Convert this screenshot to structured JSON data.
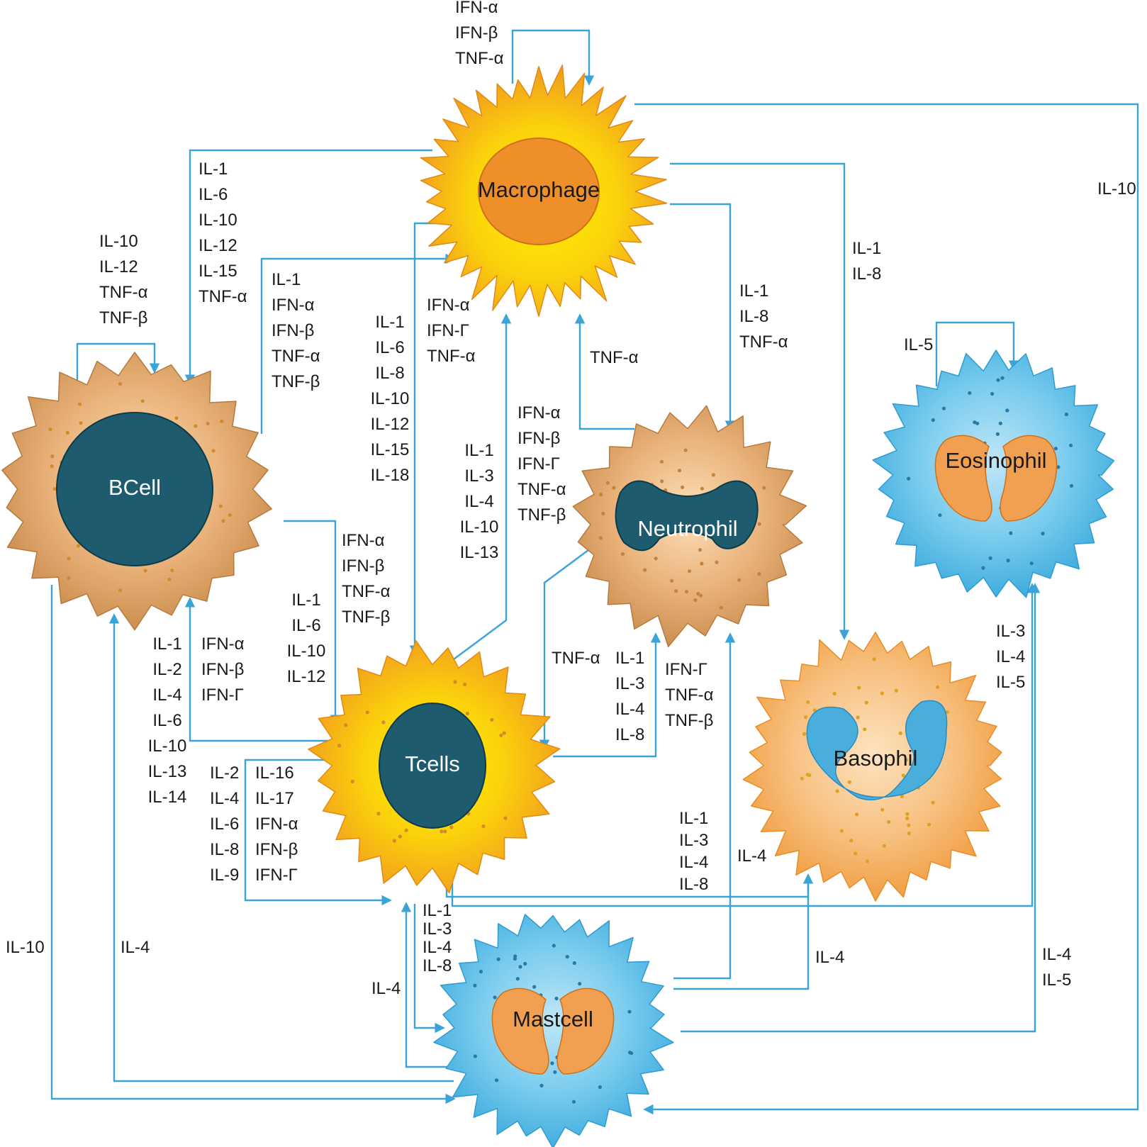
{
  "cells": {
    "macrophage": {
      "name": "Macrophage",
      "color": "#f5a623"
    },
    "bcell": {
      "name": "BCell",
      "color": "#e0a56c"
    },
    "tcells": {
      "name": "Tcells",
      "color": "#f5a623"
    },
    "neutrophil": {
      "name": "Neutrophil",
      "color": "#d9a06a"
    },
    "eosinophil": {
      "name": "Eosinophil",
      "color": "#5fc0e6"
    },
    "basophil": {
      "name": "Basophil",
      "color": "#f5ad5a"
    },
    "mastcell": {
      "name": "Mastcell",
      "color": "#5fc0e6"
    }
  },
  "links": {
    "macro_self": [
      "IFN-α",
      "IFN-β",
      "TNF-α"
    ],
    "macro_to_bcell": [
      "IL-1",
      "IL-6",
      "IL-10",
      "IL-12",
      "IL-15",
      "TNF-α"
    ],
    "bcell_self": [
      "IL-10",
      "IL-12",
      "TNF-α",
      "TNF-β"
    ],
    "bcell_to_macro": [
      "IL-1",
      "IFN-α",
      "IFN-β",
      "TNF-α",
      "TNF-β"
    ],
    "macro_to_tcells": [
      "IL-1",
      "IL-6",
      "IL-8",
      "IL-10",
      "IL-12",
      "IL-15",
      "IL-18"
    ],
    "macro_to_tcells_b": [
      "IFN-α",
      "IFN-Γ",
      "TNF-α"
    ],
    "tcells_to_macro": [
      "IL-1",
      "IL-3",
      "IL-4",
      "IL-10",
      "IL-13"
    ],
    "tcells_to_macro_b": [
      "IFN-α",
      "IFN-β",
      "IFN-Γ",
      "TNF-α",
      "TNF-β"
    ],
    "neutro_to_macro": [
      "TNF-α"
    ],
    "macro_to_neutro": [
      "IL-1",
      "IL-8",
      "TNF-α"
    ],
    "macro_to_baso": [
      "IL-1",
      "IL-8"
    ],
    "macro_to_mast": [
      "IL-10"
    ],
    "eos_self": [
      "IL-5"
    ],
    "bcell_to_tcells": [
      "IFN-α",
      "IFN-β",
      "TNF-α",
      "TNF-β"
    ],
    "bcell_to_tcells_b": [
      "IL-1",
      "IL-6",
      "IL-10",
      "IL-12"
    ],
    "tcells_to_bcell": [
      "IFN-α",
      "IFN-β",
      "IFN-Γ"
    ],
    "tcells_to_bcell_b": [
      "IL-1",
      "IL-2",
      "IL-4",
      "IL-6",
      "IL-10",
      "IL-13",
      "IL-14"
    ],
    "tcells_self_a": [
      "IL-2",
      "IL-4",
      "IL-6",
      "IL-8",
      "IL-9"
    ],
    "tcells_self_b": [
      "IL-16",
      "IL-17",
      "IFN-α",
      "IFN-β",
      "IFN-Γ"
    ],
    "neutro_to_tcells": [
      "TNF-α"
    ],
    "tcells_to_neutro": [
      "IL-1",
      "IL-3",
      "IL-4",
      "IL-8"
    ],
    "tcells_to_neutro_b": [
      "IFN-Γ",
      "TNF-α",
      "TNF-β"
    ],
    "tcells_to_baso": [
      "IL-1",
      "IL-3",
      "IL-4",
      "IL-8"
    ],
    "mast_to_neutro": [
      "IL-4"
    ],
    "tcells_to_eos": [
      "IL-3",
      "IL-4",
      "IL-5"
    ],
    "tcells_to_mast": [
      "IL-1",
      "IL-3",
      "IL-4",
      "IL-8"
    ],
    "mast_to_tcells": [
      "IL-4"
    ],
    "mast_to_baso": [
      "IL-4"
    ],
    "mast_to_eos": [
      "IL-4",
      "IL-5"
    ],
    "bcell_to_mast": [
      "IL-10"
    ],
    "mast_to_bcell": [
      "IL-4"
    ]
  }
}
